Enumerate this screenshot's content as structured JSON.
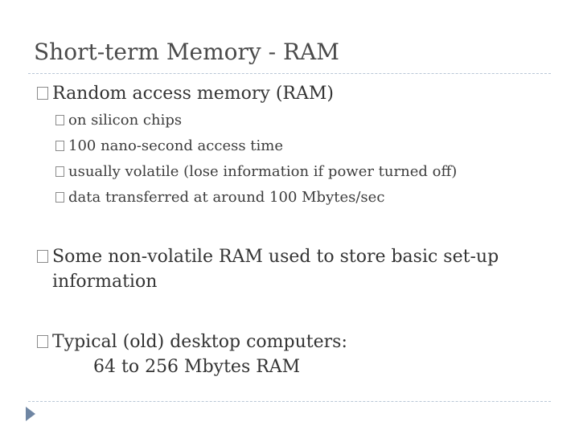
{
  "slide": {
    "title": "Short-term Memory - RAM",
    "bullets": [
      {
        "text": "Random access memory (RAM)",
        "sub_bullets": [
          "on silicon chips",
          "100 nano-second access time",
          "usually volatile (lose information if power turned off)",
          "data transferred at around 100 Mbytes/sec"
        ]
      },
      {
        "text": "Some non-volatile RAM used to store basic set-up",
        "continuation": "information"
      },
      {
        "text": "Typical (old) desktop computers:",
        "continuation": "64 to 256 Mbytes RAM"
      }
    ]
  },
  "colors": {
    "title": "#4a4a4a",
    "body_text": "#333333",
    "rule": "#b9c7d6",
    "nav_triangle": "#6f86a3"
  },
  "icons": {
    "bullet": "square-bullet-icon",
    "nav": "play-triangle-icon"
  }
}
